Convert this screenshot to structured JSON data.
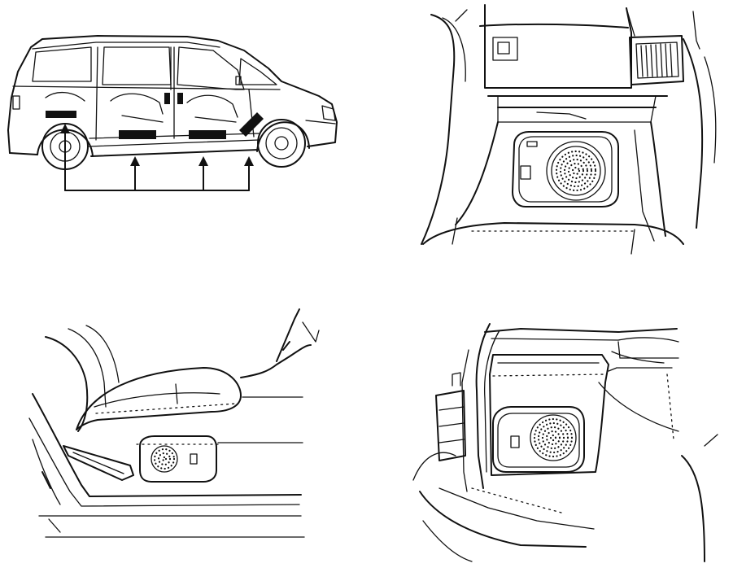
{
  "figure": {
    "panels": [
      {
        "id": "van-side-view",
        "icon": "minivan-side-view-icon"
      },
      {
        "id": "dash-console",
        "icon": "center-console-speaker-icon"
      },
      {
        "id": "seat-base",
        "icon": "under-seat-speaker-icon"
      },
      {
        "id": "cargo-area",
        "icon": "cargo-area-speaker-icon"
      }
    ],
    "callout_arrow_count": 4
  }
}
